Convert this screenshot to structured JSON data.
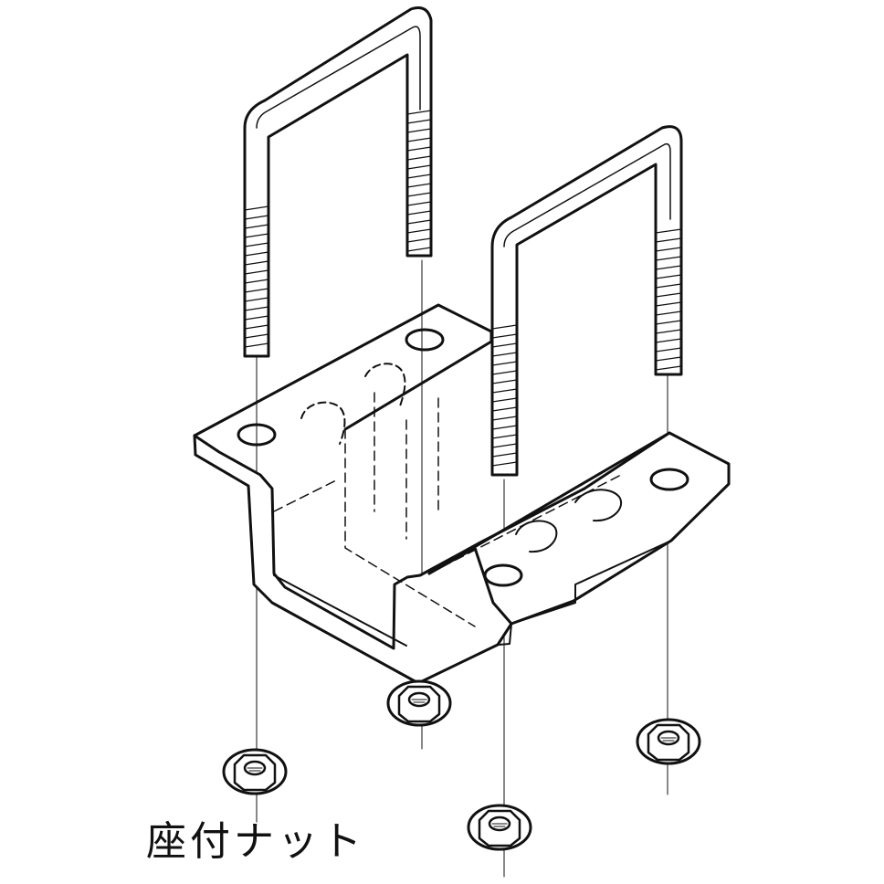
{
  "diagram": {
    "nut_label": "座付ナット",
    "parts": {
      "ubolt_left": "u-bolt",
      "ubolt_right": "u-bolt",
      "bracket": "mounting-bracket",
      "nuts": [
        "flange-nut",
        "flange-nut",
        "flange-nut",
        "flange-nut"
      ]
    },
    "colors": {
      "ink": "#111111",
      "background": "#ffffff"
    }
  }
}
